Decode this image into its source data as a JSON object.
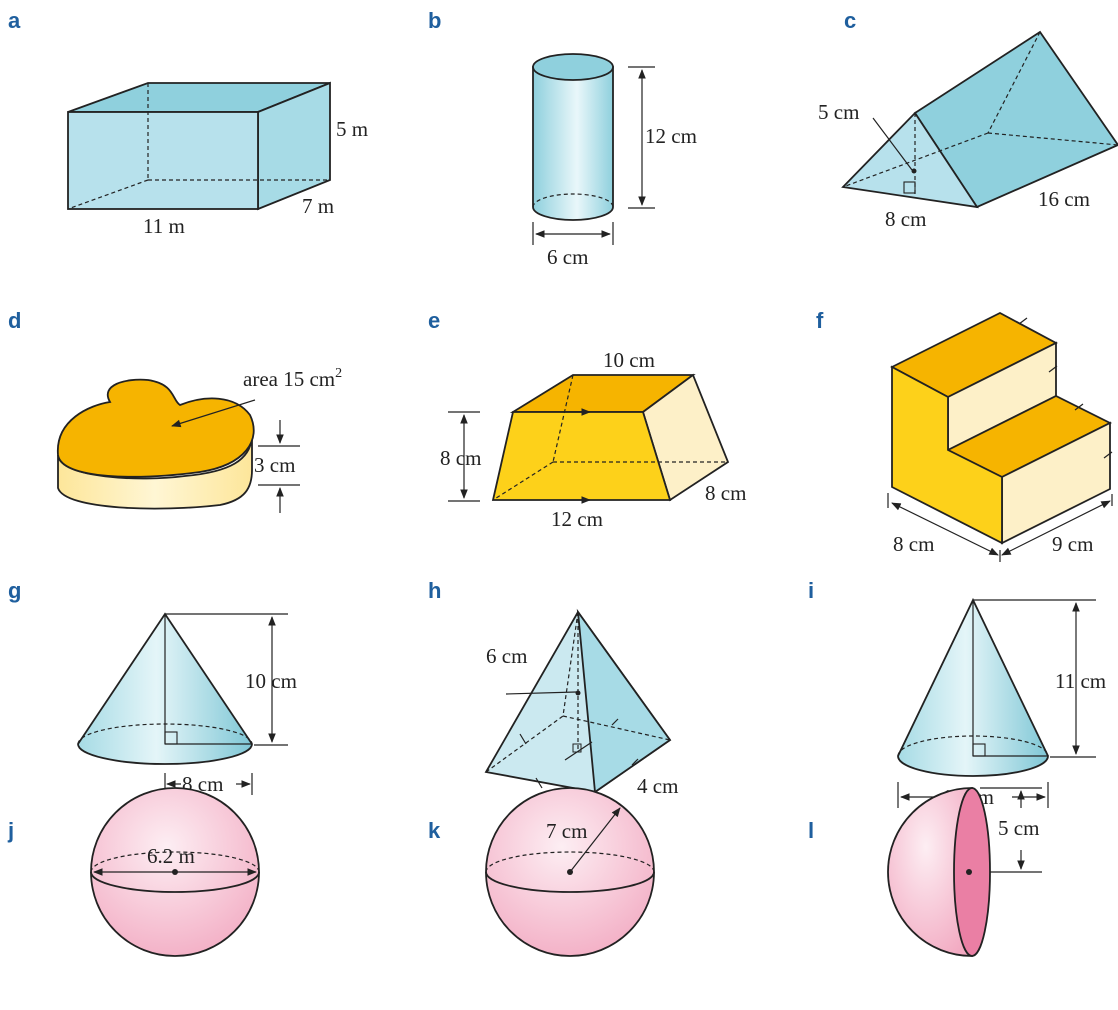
{
  "labels": {
    "a": "a",
    "b": "b",
    "c": "c",
    "d": "d",
    "e": "e",
    "f": "f",
    "g": "g",
    "h": "h",
    "i": "i",
    "j": "j",
    "k": "k",
    "l": "l"
  },
  "dims": {
    "a_length": "11 m",
    "a_width": "7 m",
    "a_height": "5 m",
    "b_height": "12 cm",
    "b_diameter": "6 cm",
    "c_height": "5 cm",
    "c_base": "8 cm",
    "c_length": "16 cm",
    "d_area": "area 15 cm",
    "d_area_exp": "2",
    "d_depth": "3 cm",
    "e_top": "10 cm",
    "e_height": "8 cm",
    "e_bottom": "12 cm",
    "e_depth": "8 cm",
    "f_left": "8 cm",
    "f_right": "9 cm",
    "g_height": "10 cm",
    "g_radius": "8 cm",
    "h_height": "6 cm",
    "h_side": "4 cm",
    "i_height": "11 cm",
    "i_diameter": "10 cm",
    "j_diameter": "6.2 m",
    "k_radius": "7 cm",
    "l_radius": "5 cm"
  },
  "colors": {
    "prism_blue": "#b7e1ec",
    "prism_blue_dark": "#8fd0dd",
    "gold": "#f6b400",
    "gold_light": "#fde69a",
    "cream": "#fdf0c8",
    "pink": "#f7c6d6",
    "pink_dark": "#ea7fa4",
    "label_blue": "#1f5f9e"
  }
}
